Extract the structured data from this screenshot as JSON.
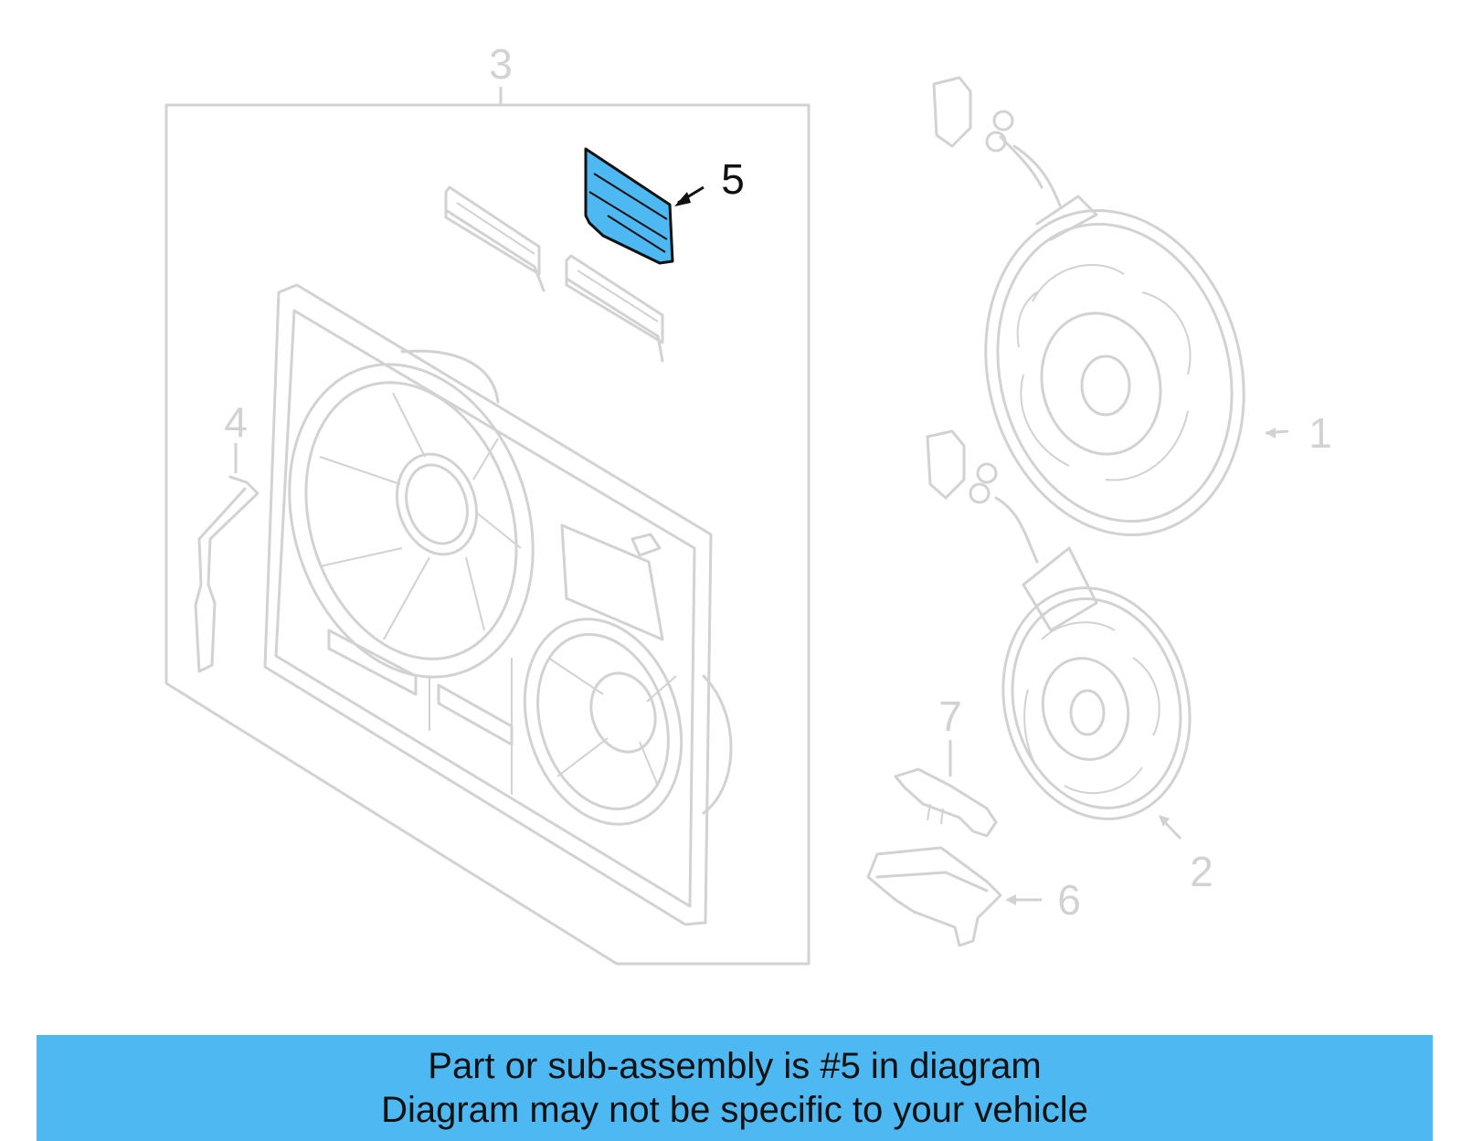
{
  "callouts": {
    "c1": "1",
    "c2": "2",
    "c3": "3",
    "c4": "4",
    "c5": "5",
    "c6": "6",
    "c7": "7"
  },
  "banner": {
    "line1": "Part or sub-assembly is #5 in diagram",
    "line2": "Diagram may not be specific to your vehicle"
  },
  "colors": {
    "highlight_part": "#4db8f2",
    "banner_background": "#4db8f2",
    "inactive_part": "#d2d2d2"
  },
  "highlighted_part": "5"
}
